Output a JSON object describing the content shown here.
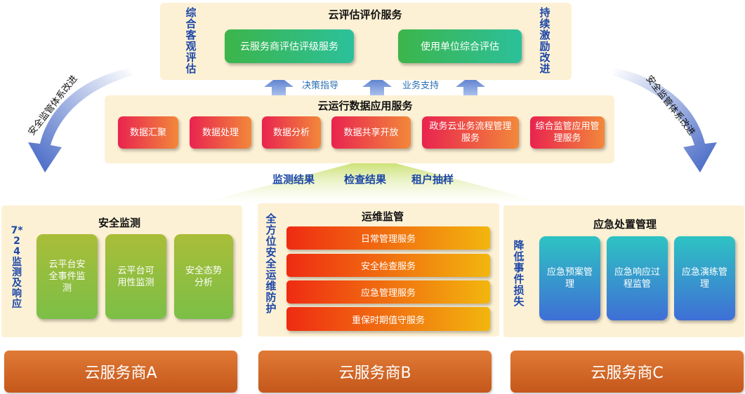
{
  "top": {
    "title": "云评估评价服务",
    "left_vertical": "综合客观评估",
    "right_vertical": "持续激励改进",
    "buttons": [
      "云服务商评估评级服务",
      "使用单位综合评估"
    ]
  },
  "arrow_labels": {
    "left": "决策指导",
    "right": "业务支持"
  },
  "middle": {
    "title": "云运行数据应用服务",
    "buttons": [
      "数据汇聚",
      "数据处理",
      "数据分析",
      "数据共享开放",
      "政务云业务流程管理服务",
      "综合监管应用管理服务"
    ]
  },
  "flow_labels": [
    "监测结果",
    "检查结果",
    "租户抽样"
  ],
  "side_arrows": {
    "left": "安全监管体系改进",
    "right": "安全监管体系改进"
  },
  "security": {
    "title": "安全监测",
    "vertical": "7*24监测及响应",
    "cards": [
      "云平台安全事件监测",
      "云平台可用性监测",
      "安全态势分析"
    ]
  },
  "ops": {
    "title": "运维监管",
    "vertical": "全方位安全运维防护",
    "items": [
      "日常管理服务",
      "安全检查服务",
      "应急管理服务",
      "重保时期值守服务"
    ]
  },
  "emergency": {
    "title": "应急处置管理",
    "vertical": "降低事件损失",
    "cards": [
      "应急预案管理",
      "应急响应过程监管",
      "应急演练管理"
    ]
  },
  "providers": [
    "云服务商A",
    "云服务商B",
    "云服务商C"
  ]
}
